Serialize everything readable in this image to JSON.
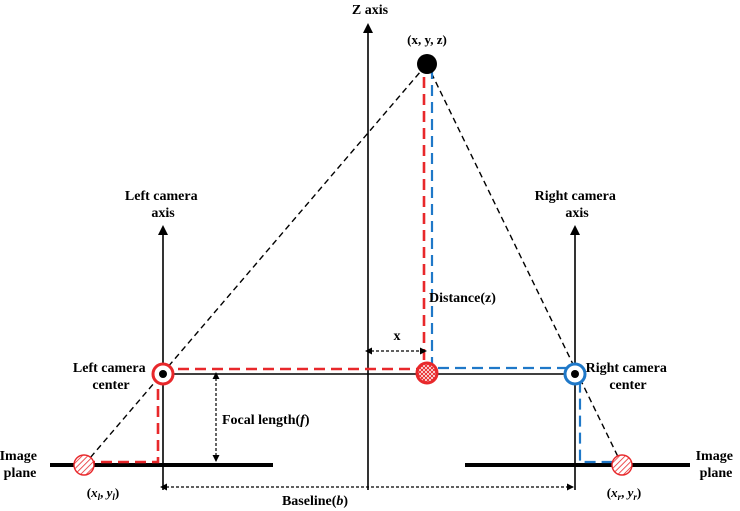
{
  "labels": {
    "z_axis": "Z axis",
    "point": "(x, y, z)",
    "left_axis_line1": "Left camera",
    "left_axis_line2": "axis",
    "right_axis_line1": "Right camera",
    "right_axis_line2": "axis",
    "distance": "Distance(z)",
    "x": "x",
    "left_center_line1": "Left camera",
    "left_center_line2": "center",
    "right_center_line1": "Right camera",
    "right_center_line2": "center",
    "focal_prefix": "Focal length(",
    "focal_var": "f",
    "focal_suffix": ")",
    "image_plane_left_line1": "Image",
    "image_plane_left_line2": "plane",
    "image_plane_right_line1": "Image",
    "image_plane_right_line2": "plane",
    "xl_open": "(",
    "xl_var": "x",
    "xl_sub": "l",
    "xl_mid": ", ",
    "yl_var": "y",
    "yl_sub": "l",
    "xl_close": ")",
    "xr_open": "(",
    "xr_var": "x",
    "xr_sub": "r",
    "xr_mid": ", ",
    "yr_var": "y",
    "yr_sub": "r",
    "xr_close": ")",
    "baseline_prefix": "Baseline(",
    "baseline_var": "b",
    "baseline_suffix": ")"
  },
  "colors": {
    "red": "#e8282b",
    "blue": "#1f78c8",
    "black": "#000000"
  }
}
